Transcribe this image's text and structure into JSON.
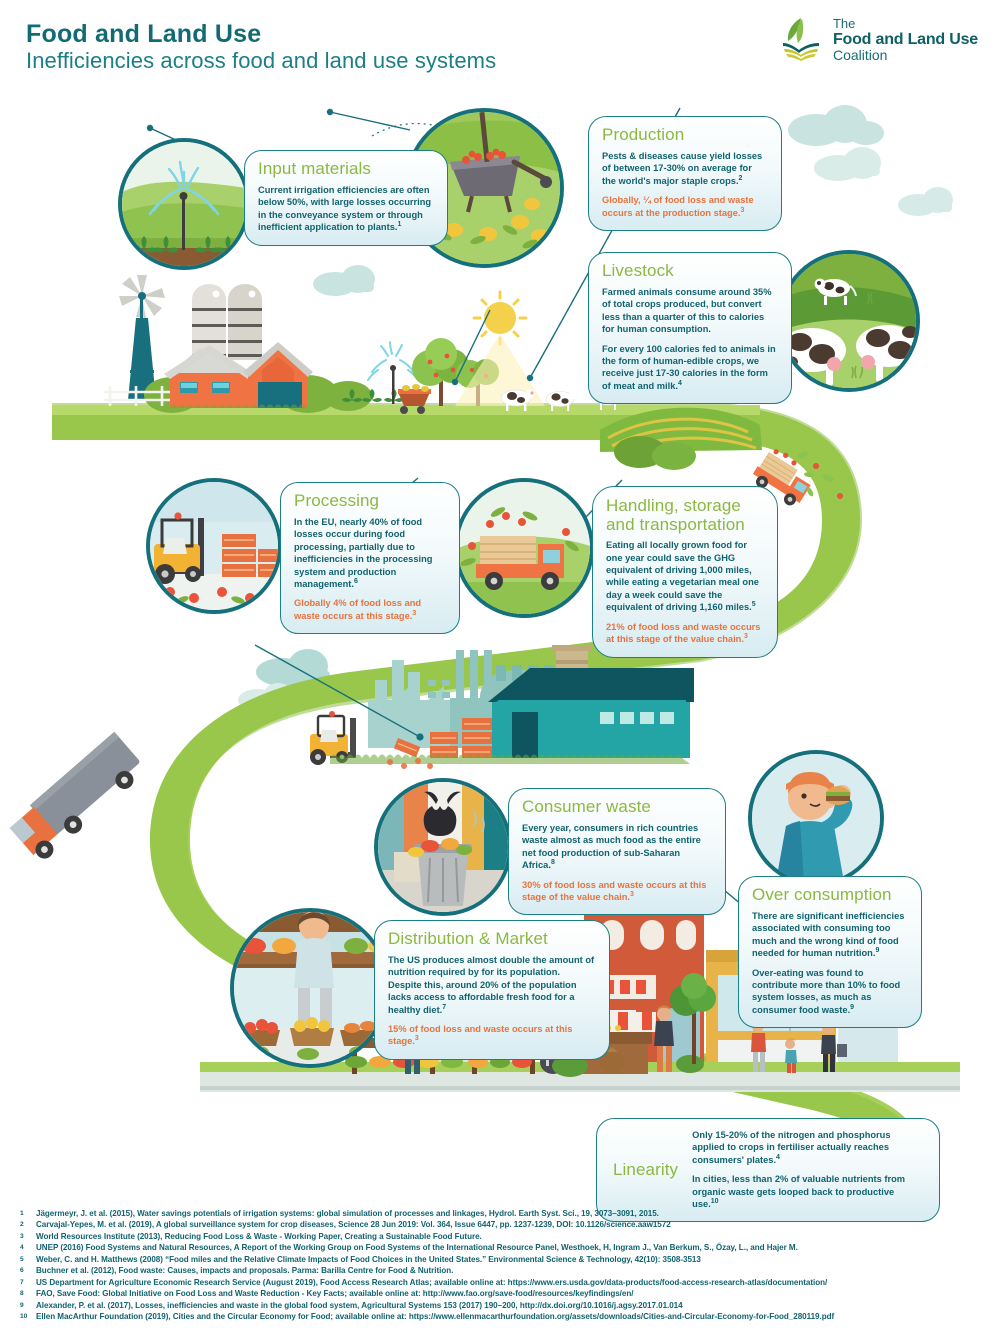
{
  "header": {
    "title": "Food and Land Use",
    "subtitle": "Inefficiencies across food and land use systems",
    "logo": {
      "line1": "The",
      "line2": "Food and Land Use",
      "line3": "Coalition",
      "icon": "flc-leaf-logo-icon"
    }
  },
  "colors": {
    "teal": "#11636f",
    "teal_border": "#1b7f86",
    "green_heading": "#8cb842",
    "orange_stat": "#e8733f",
    "path_green": "#a7d05a",
    "path_green_dark": "#8cbf3f",
    "card_bg_top": "#ffffff",
    "card_bg_bottom": "#d8ecf2"
  },
  "cards": [
    {
      "id": "input-materials",
      "heading": "Input materials",
      "paragraphs": [
        {
          "text": "Current irrigation efficiencies are often below 50%, with large losses occurring in the conveyance system or through inefficient application to plants.",
          "sup": "1",
          "style": "body"
        }
      ]
    },
    {
      "id": "production",
      "heading": "Production",
      "paragraphs": [
        {
          "text": "Pests & diseases cause yield losses of between 17-30% on average for the world's major staple crops.",
          "sup": "2",
          "style": "body"
        },
        {
          "text": "Globally, ¼ of food loss and waste occurs at the production stage.",
          "sup": "3",
          "style": "stat"
        }
      ]
    },
    {
      "id": "livestock",
      "heading": "Livestock",
      "paragraphs": [
        {
          "text": "Farmed animals consume around 35% of total crops produced, but convert less than a quarter of this to calories for human consumption.",
          "sup": "",
          "style": "body"
        },
        {
          "text": "For every 100 calories fed to animals in the form of human-edible crops, we receive just 17-30 calories in the form of meat and milk.",
          "sup": "4",
          "style": "body"
        }
      ]
    },
    {
      "id": "processing",
      "heading": "Processing",
      "paragraphs": [
        {
          "text": "In the EU, nearly 40% of food losses occur during food processing, partially due to inefficiencies in the processing system and production management.",
          "sup": "6",
          "style": "body"
        },
        {
          "text": "Globally 4% of food loss and waste occurs at this stage.",
          "sup": "3",
          "style": "stat"
        }
      ]
    },
    {
      "id": "handling-storage-transportation",
      "heading": "Handling, storage and transportation",
      "paragraphs": [
        {
          "text": "Eating all locally grown food for one year could save the GHG equivalent of driving 1,000 miles, while eating a vegetarian meal one day a week could save the equivalent of driving 1,160 miles.",
          "sup": "5",
          "style": "body"
        },
        {
          "text": "21% of food loss and waste occurs at this stage of the value chain.",
          "sup": "3",
          "style": "stat"
        }
      ]
    },
    {
      "id": "consumer-waste",
      "heading": "Consumer waste",
      "paragraphs": [
        {
          "text": "Every year, consumers in rich countries waste almost as much food as the entire net food production of sub-Saharan Africa.",
          "sup": "8",
          "style": "body"
        },
        {
          "text": "30% of food loss and waste occurs at this stage of the value chain.",
          "sup": "3",
          "style": "stat"
        }
      ]
    },
    {
      "id": "over-consumption",
      "heading": "Over consumption",
      "paragraphs": [
        {
          "text": "There are significant inefficiencies associated with consuming too much and the wrong kind of food needed for human nutrition.",
          "sup": "9",
          "style": "body"
        },
        {
          "text": "Over-eating was found to contribute more than 10% to food system losses, as much as consumer food waste.",
          "sup": "9",
          "style": "body"
        }
      ]
    },
    {
      "id": "distribution-market",
      "heading": "Distribution & Market",
      "paragraphs": [
        {
          "text": "The US produces almost double the amount of nutrition required by for its population. Despite this, around 20% of the population lacks access to affordable fresh food for a healthy diet.",
          "sup": "7",
          "style": "body"
        },
        {
          "text": "15% of food loss and waste occurs at this stage.",
          "sup": "3",
          "style": "stat"
        }
      ]
    },
    {
      "id": "linearity",
      "heading": "Linearity",
      "paragraphs": [
        {
          "text": "Only 15-20% of the nitrogen and phosphorus applied to crops in fertiliser actually reaches consumers' plates.",
          "sup": "4",
          "style": "body"
        },
        {
          "text": "In cities, less than 2% of valuable nutrients from organic waste gets looped back to productive use.",
          "sup": "10",
          "style": "body"
        }
      ]
    }
  ],
  "illustrations": [
    {
      "id": "input-materials-circle",
      "name": "sprinkler-irrigation-illustration"
    },
    {
      "id": "production-circle",
      "name": "wheelbarrow-harvest-illustration"
    },
    {
      "id": "livestock-circle",
      "name": "grazing-cows-illustration"
    },
    {
      "id": "processing-circle",
      "name": "forklift-crates-illustration"
    },
    {
      "id": "handling-circle",
      "name": "produce-truck-illustration"
    },
    {
      "id": "consumer-waste-circle",
      "name": "kitchen-bin-waste-illustration"
    },
    {
      "id": "over-consumption-circle",
      "name": "person-eating-burger-illustration"
    },
    {
      "id": "distribution-circle",
      "name": "market-stall-vendor-illustration"
    }
  ],
  "references": [
    {
      "num": "1",
      "text": "Jägermeyr, J. et al. (2015), Water savings potentials of irrigation systems: global simulation of processes and linkages, Hydrol. Earth Syst. Sci., 19, 3073–3091, 2015."
    },
    {
      "num": "2",
      "text": "Carvajal-Yepes, M. et al. (2019), A global surveillance system for crop diseases, Science 28 Jun 2019: Vol. 364, Issue 6447, pp. 1237-1239, DOI: 10.1126/science.aaw1572"
    },
    {
      "num": "3",
      "text": "World Resources Institute (2013), Reducing Food Loss & Waste - Working Paper, Creating a Sustainable Food Future."
    },
    {
      "num": "4",
      "text": "UNEP (2016) Food Systems and Natural Resources, A Report of the Working Group on Food Systems of the International Resource Panel, Westhoek, H, Ingram J., Van Berkum, S., Özay, L., and Hajer M."
    },
    {
      "num": "5",
      "text": "Weber, C. and H. Matthews (2008) “Food miles and the Relative Climate Impacts of Food Choices in the United States.” Environmental Science & Technology, 42(10): 3508-3513"
    },
    {
      "num": "6",
      "text": "Buchner et al. (2012), Food waste: Causes, impacts and proposals. Parma: Barilla Centre for Food & Nutrition."
    },
    {
      "num": "7",
      "text": "US Department for Agriculture Economic Research Service (August 2019), Food Access Research Atlas; available online at: https://www.ers.usda.gov/data-products/food-access-research-atlas/documentation/"
    },
    {
      "num": "8",
      "text": "FAO, Save Food: Global Initiative on Food Loss and Waste Reduction - Key Facts; available online at: http://www.fao.org/save-food/resources/keyfindings/en/"
    },
    {
      "num": "9",
      "text": "Alexander, P. et al. (2017), Losses, inefficiencies and waste in the global food system, Agricultural Systems 153 (2017) 190–200, http://dx.doi.org/10.1016/j.agsy.2017.01.014"
    },
    {
      "num": "10",
      "text": "Ellen MacArthur Foundation (2019), Cities and the Circular Economy for Food; available online at: https://www.ellenmacarthurfoundation.org/assets/downloads/Cities-and-Circular-Economy-for-Food_280119.pdf"
    }
  ]
}
